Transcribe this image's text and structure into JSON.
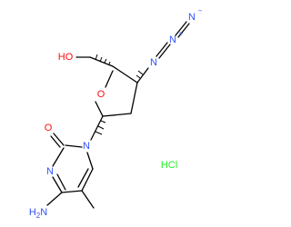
{
  "molecule": {
    "atoms": {
      "hydroxyl": "HO",
      "ring_oxygen": "O",
      "carbonyl_oxygen": "O",
      "azide_n1": "N",
      "azide_n2": "N",
      "azide_n3": "N",
      "azide_n2_charge": "+",
      "azide_n3_charge": "−",
      "n1": "N",
      "n3": "N",
      "amino": "H2N",
      "salt": "HCl"
    }
  },
  "colors": {
    "bond": "#000000",
    "oxygen": "#ff0d0d",
    "nitrogen": "#3050f8",
    "chlorine": "#1ff01f",
    "hydrogen_label": "#3050f8"
  }
}
